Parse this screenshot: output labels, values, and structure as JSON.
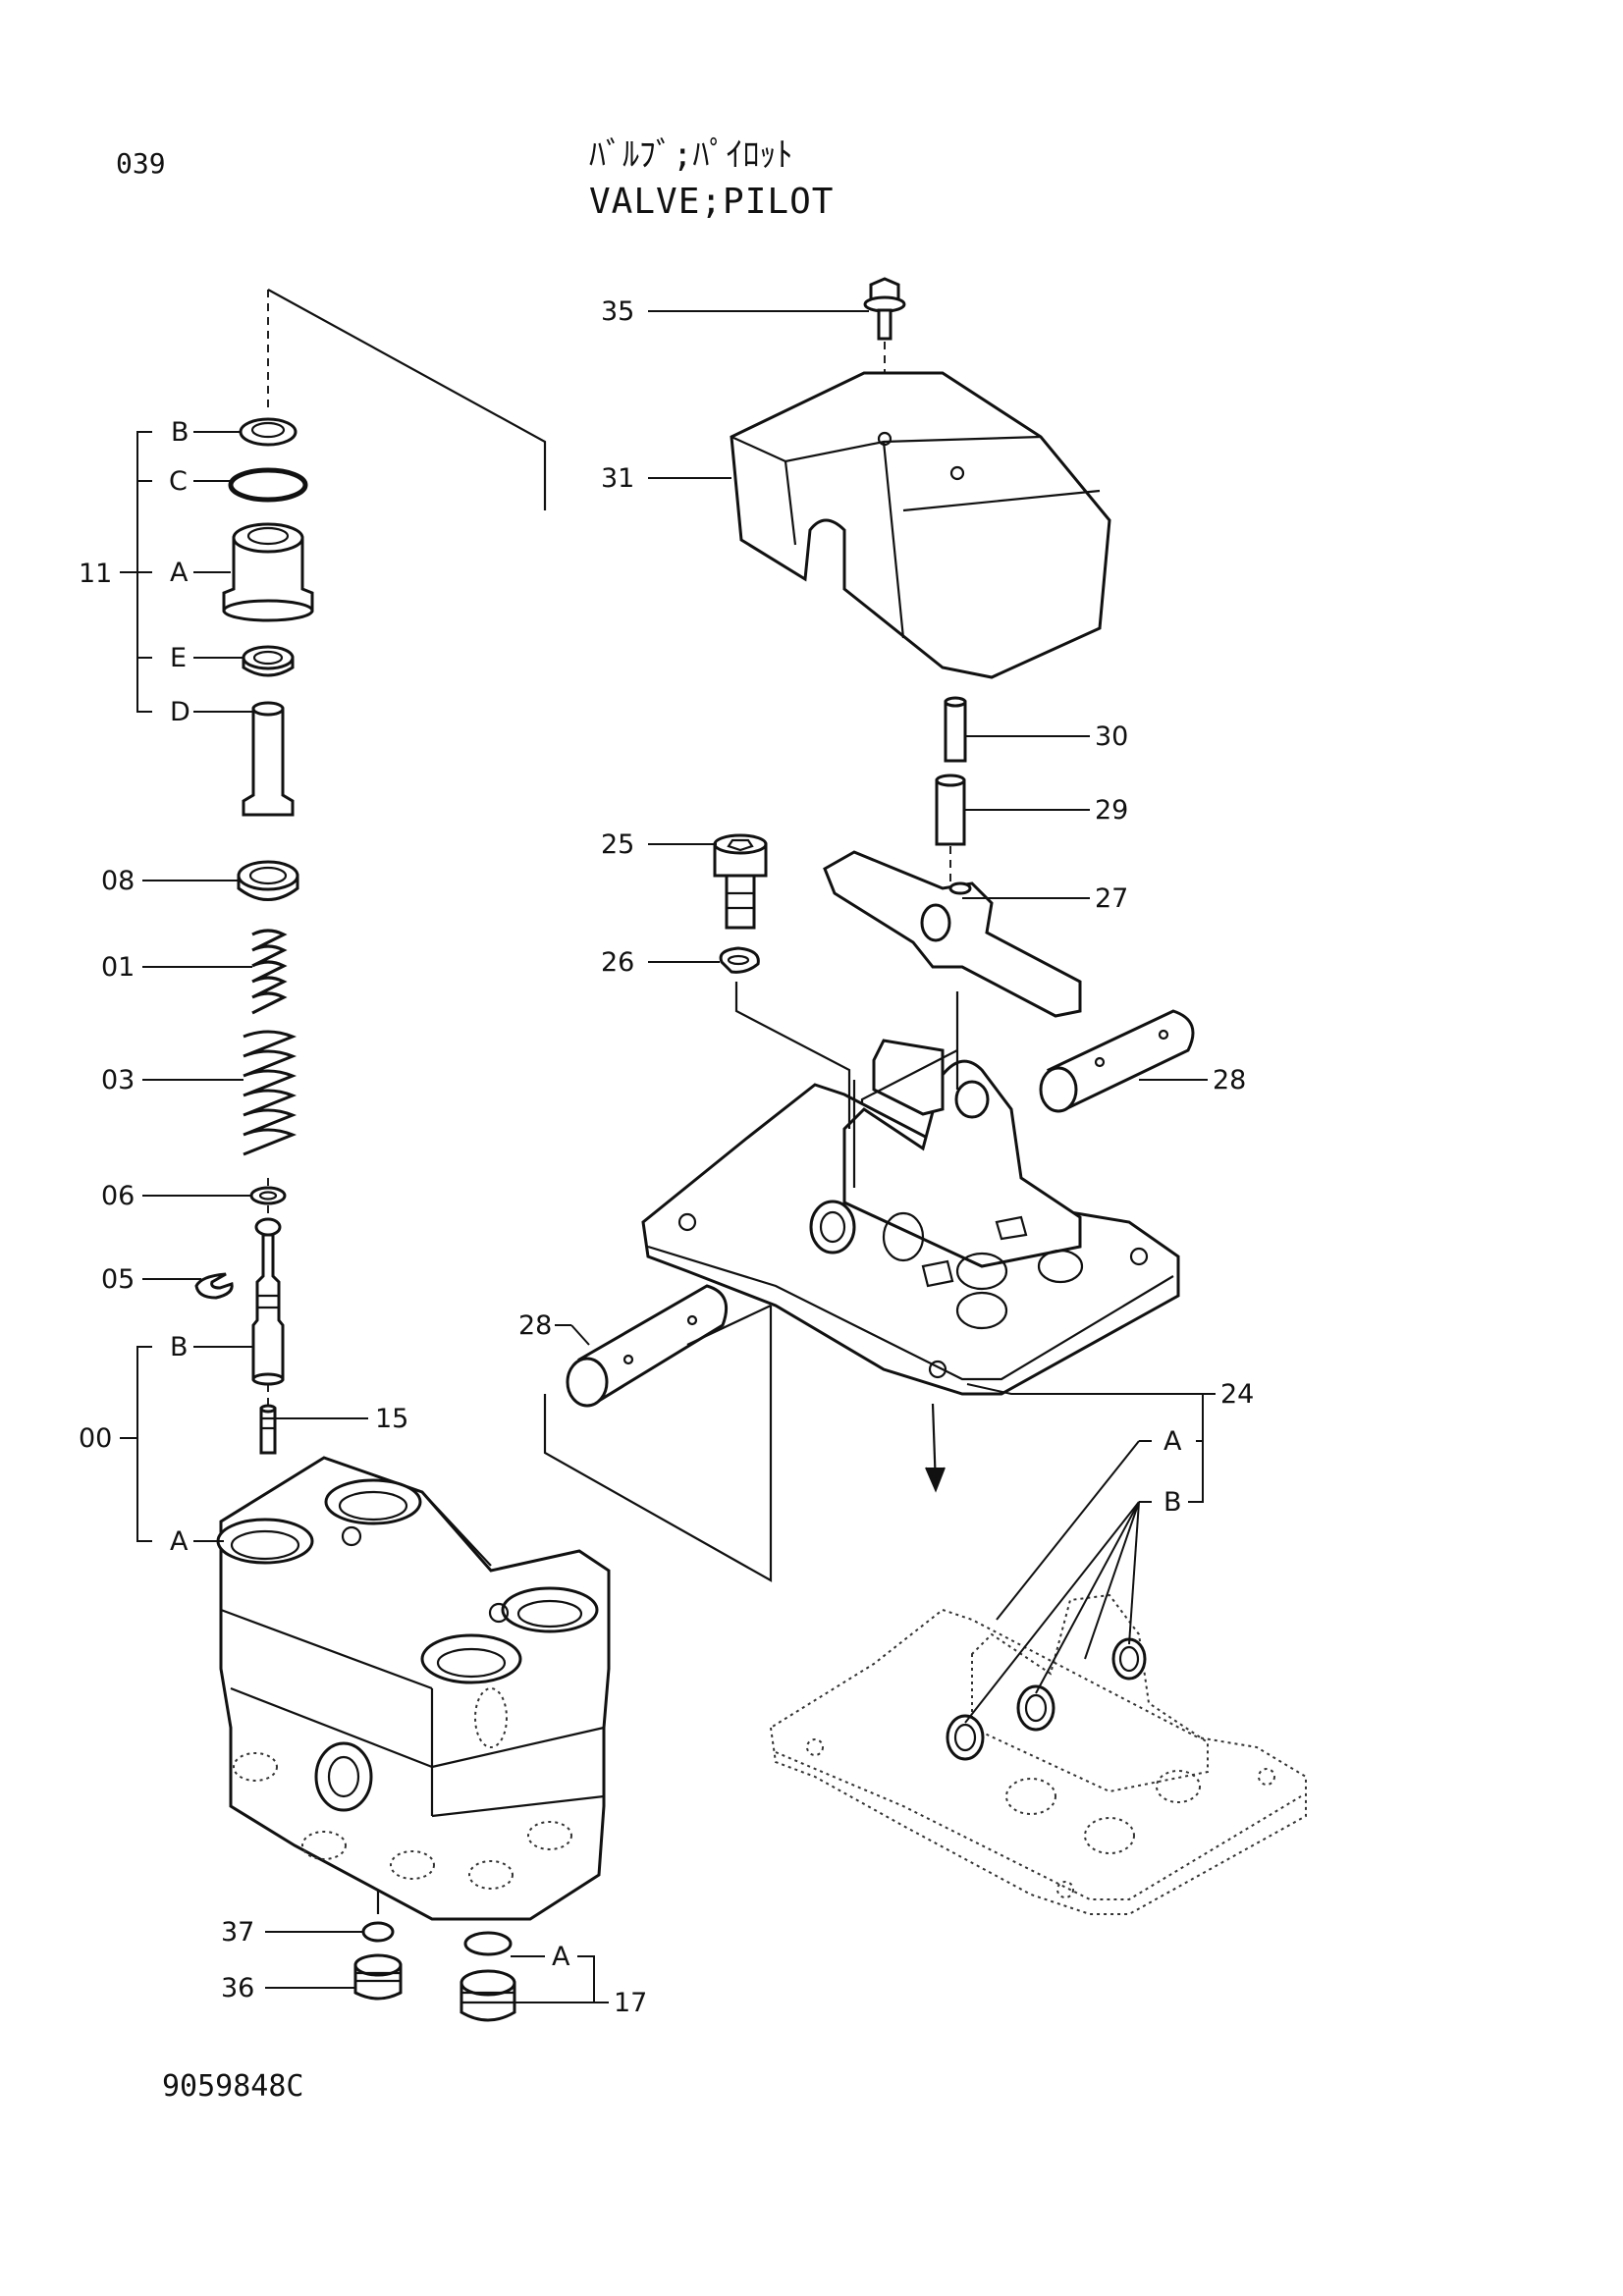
{
  "page_number": "039",
  "title_jp": "ﾊﾞﾙﾌﾞ;ﾊﾟｲﾛｯﾄ",
  "title_en": "VALVE;PILOT",
  "drawing_number": "9059848C",
  "callouts": {
    "p11": "11",
    "p11_B": "B",
    "p11_C": "C",
    "p11_A": "A",
    "p11_E": "E",
    "p11_D": "D",
    "p08": "08",
    "p01": "01",
    "p03": "03",
    "p06": "06",
    "p05": "05",
    "p00": "00",
    "p00_B": "B",
    "p00_A": "A",
    "p15": "15",
    "p37": "37",
    "p36": "36",
    "p17": "17",
    "p17_A": "A",
    "p35": "35",
    "p31": "31",
    "p30": "30",
    "p29": "29",
    "p25": "25",
    "p26": "26",
    "p27": "27",
    "p28a": "28",
    "p28b": "28",
    "p24": "24",
    "p24_A": "A",
    "p24_B": "B"
  }
}
